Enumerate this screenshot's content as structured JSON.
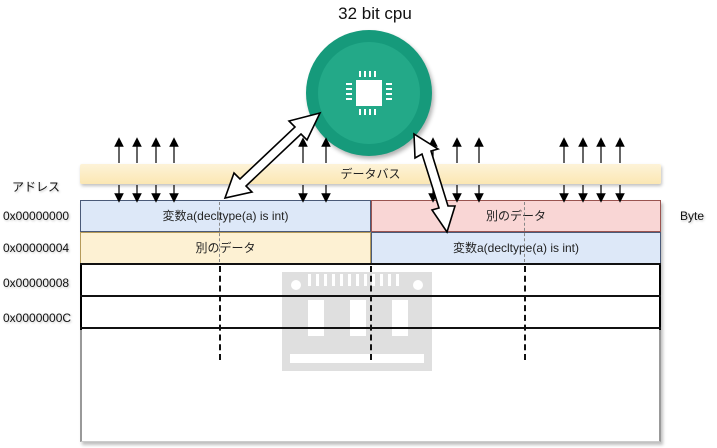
{
  "title": "32 bit cpu",
  "cpu": {
    "icon": "cpu-chip-icon",
    "color": "#1ea584"
  },
  "address_label": "アドレス",
  "data_bus_label": "データバス",
  "unit_label": "Byte",
  "addresses": [
    "0x00000000",
    "0x00000004",
    "0x00000008",
    "0x0000000C"
  ],
  "rows": [
    {
      "address": "0x00000000",
      "cells": [
        {
          "text": "変数a(decltype(a) is int)",
          "color": "#dde8f8"
        },
        {
          "text": "別のデータ",
          "color": "#f9d6d5"
        }
      ]
    },
    {
      "address": "0x00000004",
      "cells": [
        {
          "text": "別のデータ",
          "color": "#fdf1d3"
        },
        {
          "text": "変数a(decltype(a) is int)",
          "color": "#dde8f8"
        }
      ]
    },
    {
      "address": "0x00000008",
      "cells": []
    },
    {
      "address": "0x0000000C",
      "cells": []
    }
  ],
  "watermark_icon": "memory-chip-icon"
}
